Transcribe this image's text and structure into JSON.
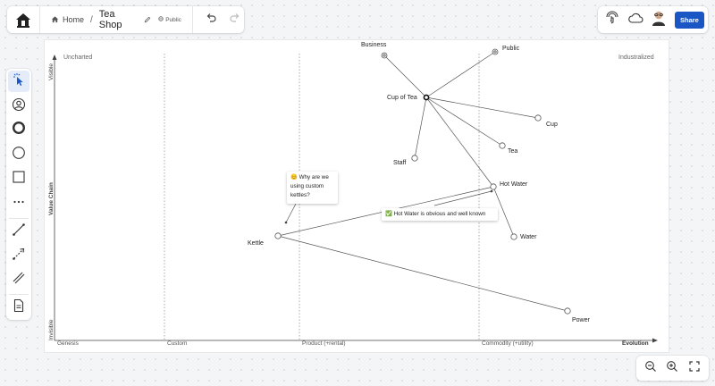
{
  "header": {
    "home_label": "Home",
    "crumb_separator": "/",
    "map_title": "Tea Shop",
    "visibility": "Public"
  },
  "actions": {
    "share_label": "Share"
  },
  "map": {
    "corner_top_left": "Uncharted",
    "corner_top_right": "Industralized",
    "y_axis": {
      "top": "Visible",
      "middle": "Value Chain",
      "bottom": "Invisible"
    },
    "x_axis": {
      "stages": [
        "Genesis",
        "Custom",
        "Product (+rental)",
        "Commodity (+utility)"
      ],
      "title": "Evolution"
    },
    "components": [
      {
        "id": "business",
        "label": "Business"
      },
      {
        "id": "public",
        "label": "Public"
      },
      {
        "id": "cup-of-tea",
        "label": "Cup of Tea"
      },
      {
        "id": "cup",
        "label": "Cup"
      },
      {
        "id": "tea",
        "label": "Tea"
      },
      {
        "id": "staff",
        "label": "Staff"
      },
      {
        "id": "hot-water",
        "label": "Hot Water"
      },
      {
        "id": "water",
        "label": "Water"
      },
      {
        "id": "kettle",
        "label": "Kettle"
      },
      {
        "id": "power",
        "label": "Power"
      }
    ],
    "notes": [
      {
        "id": "kettle-note",
        "icon": "😊",
        "lines": [
          "Why are we",
          "using custom",
          "kettles?"
        ]
      },
      {
        "id": "hot-water-note",
        "icon": "✅",
        "lines": [
          "Hot Water is obvious and well known"
        ]
      }
    ]
  },
  "colors": {
    "share_button": "#1b57c4",
    "active_tool_bg": "#e3ecf8",
    "link_line": "#555555"
  }
}
